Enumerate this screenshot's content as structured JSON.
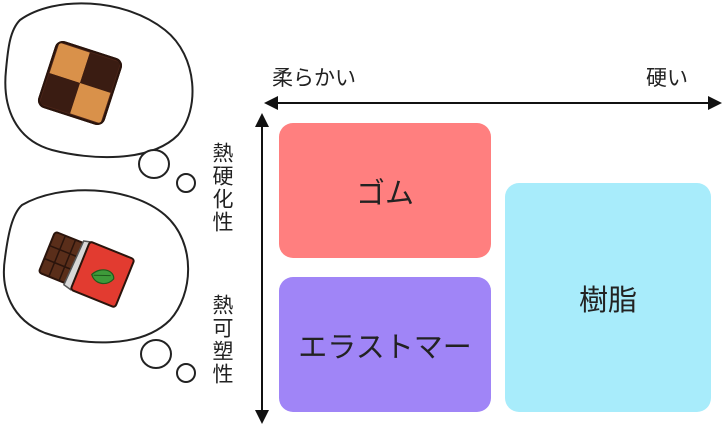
{
  "axis": {
    "horizontal": {
      "left_label": "柔らかい",
      "right_label": "硬い"
    },
    "vertical": {
      "top_label": "熱硬化性",
      "bottom_label": "熱可塑性"
    }
  },
  "categories": {
    "rubber": {
      "label": "ゴム",
      "color": "#ff7f7f"
    },
    "elastomer": {
      "label": "エラストマー",
      "color": "#a085f7"
    },
    "resin": {
      "label": "樹脂",
      "color": "#a8ecfb"
    }
  },
  "illustrations": {
    "top_thought": "checkered-cookie-icon",
    "bottom_thought": "chocolate-bar-icon"
  }
}
